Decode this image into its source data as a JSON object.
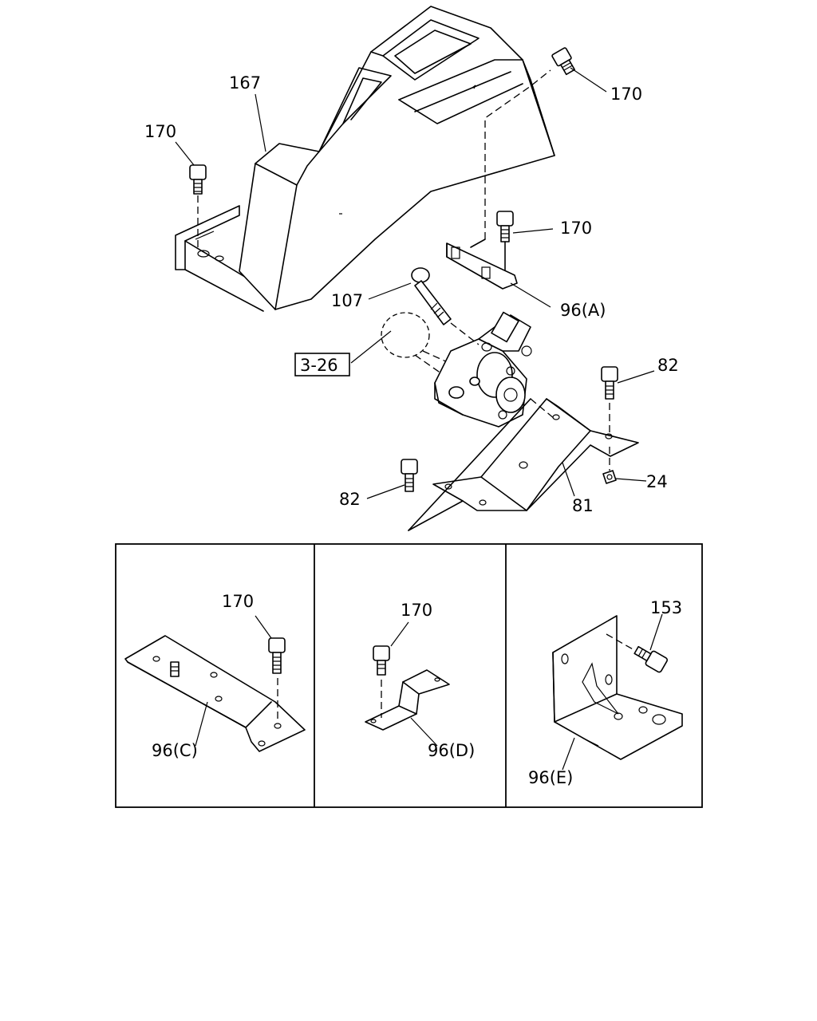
{
  "callouts": {
    "console_167": "167",
    "bolt_170_top_right": "170",
    "bolt_170_top_left": "170",
    "bolt_170_mid": "170",
    "bracket_96a": "96(A)",
    "bolt_107": "107",
    "ref_3_26": "3-26",
    "bolt_82_right": "82",
    "nut_24": "24",
    "bolt_82_left": "82",
    "bracket_81": "81"
  },
  "detail_panels": [
    {
      "bolt_label": "170",
      "bracket_label": "96(C)"
    },
    {
      "bolt_label": "170",
      "bracket_label": "96(D)"
    },
    {
      "bolt_label": "153",
      "bracket_label": "96(E)"
    }
  ]
}
